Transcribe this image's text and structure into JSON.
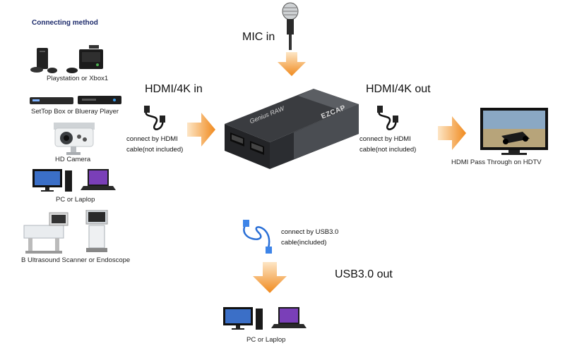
{
  "title": "Connecting method",
  "sources": [
    {
      "label": "Playstation or Xbox1",
      "icon": "game-console-icon"
    },
    {
      "label": "SetTop Box or Blueray Player",
      "icon": "settop-box-icon"
    },
    {
      "label": "HD Camera",
      "icon": "camera-icon"
    },
    {
      "label": "PC or Laplop",
      "icon": "pc-laptop-icon"
    },
    {
      "label": "B Ultrasound Scanner or Endoscope",
      "icon": "ultrasound-scanner-icon"
    }
  ],
  "mic": {
    "label": "MIC in",
    "icon": "microphone-icon"
  },
  "hdmi_in": {
    "label": "HDMI/4K in",
    "cable_text_1": "connect by HDMI",
    "cable_text_2": "cable(not included)"
  },
  "hdmi_out": {
    "label": "HDMI/4K out",
    "cable_text_1": "connect by HDMI",
    "cable_text_2": "cable(not included)"
  },
  "device": {
    "brand": "EZCAP",
    "model": "Genius RAW"
  },
  "tv": {
    "label": "HDMI Pass Through on HDTV",
    "icon": "hdtv-icon"
  },
  "usb": {
    "cable_text_1": "connect by USB3.0",
    "cable_text_2": "cable(included)",
    "label": "USB3.0 out"
  },
  "destination": {
    "label": "PC or Laplop",
    "icon": "pc-laptop-icon"
  },
  "colors": {
    "arrow": "#f08a1e",
    "arrow_light": "#fbd3a0",
    "title": "#1c2a6b",
    "device_body": "#2b2d31",
    "usb_cable": "#2a6fd6"
  }
}
